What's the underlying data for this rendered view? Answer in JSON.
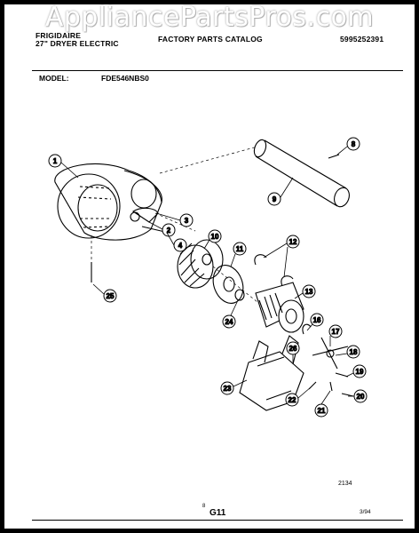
{
  "watermark": "AppliancePartsPros.com",
  "header": {
    "brand": "FRIGIDAIRE",
    "subtitle": "27\" DRYER ELECTRIC",
    "catalog": "FACTORY PARTS CATALOG",
    "part_number": "5995252391"
  },
  "model": {
    "label": "MODEL:",
    "value": "FDE546NBS0"
  },
  "diagram": {
    "callouts": [
      "1",
      "2",
      "3",
      "4",
      "8",
      "9",
      "10",
      "11",
      "12",
      "13",
      "16",
      "17",
      "18",
      "19",
      "20",
      "21",
      "22",
      "23",
      "24",
      "25",
      "26"
    ]
  },
  "footer": {
    "figure_code": "2134",
    "page_number": "8",
    "page_id": "G11",
    "date": "3/94"
  },
  "colors": {
    "frame": "#000000",
    "paper": "#ffffff",
    "ink": "#000000"
  }
}
